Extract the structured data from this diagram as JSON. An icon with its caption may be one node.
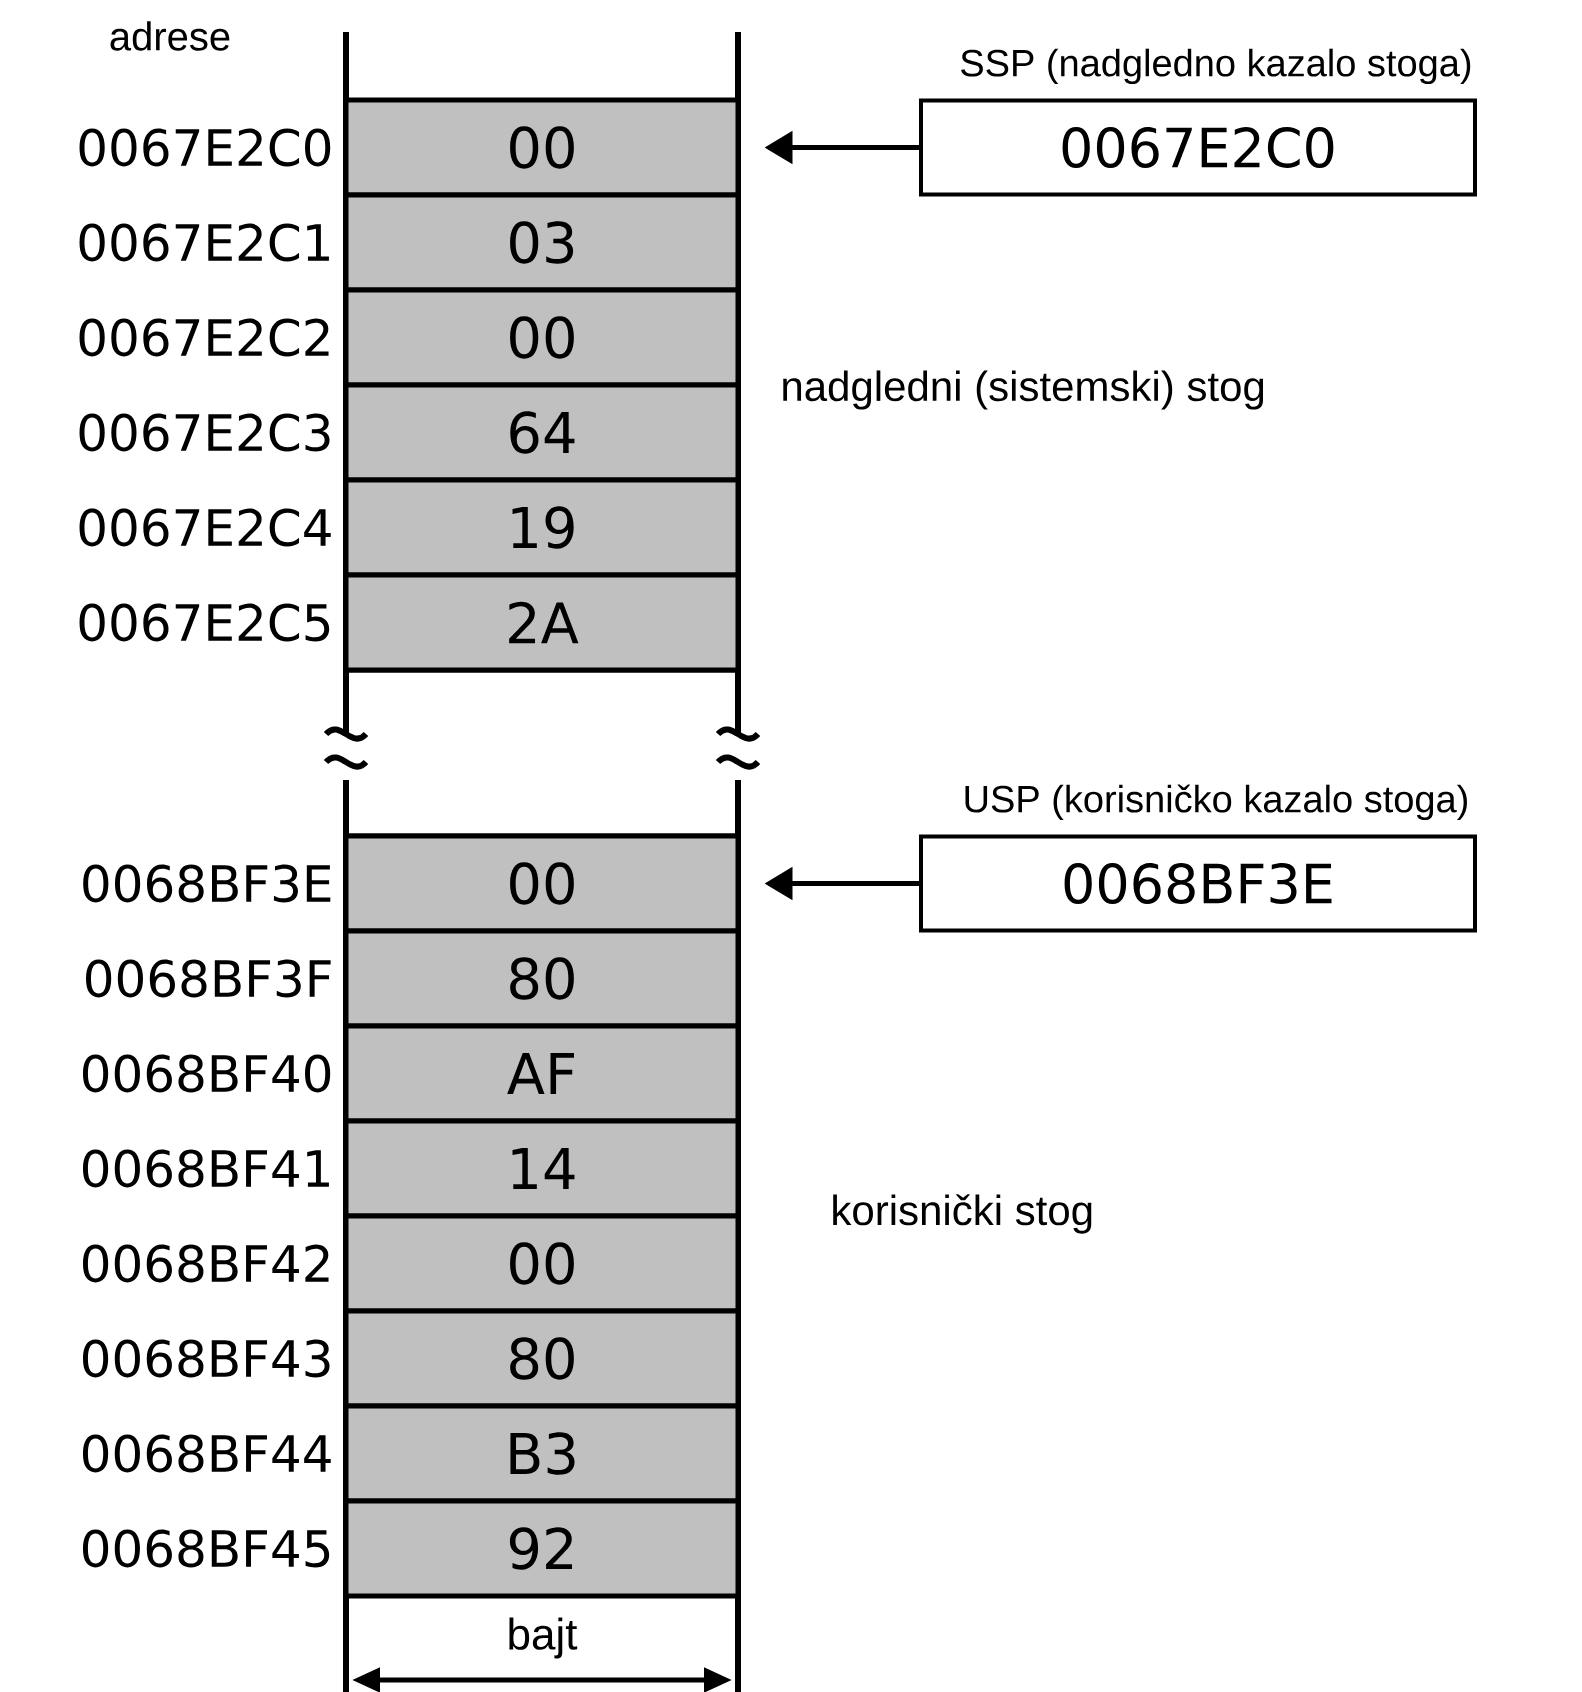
{
  "diagram": {
    "nodes": [
      {
        "text": [
          "SSP (nadgledno kazalo stoga)",
          "0067E2C0"
        ]
      },
      {
        "text": [
          "00"
        ],
        "beside": [
          "0067E2C0"
        ]
      },
      {
        "text": [
          "03"
        ],
        "beside": [
          "0067E2C1"
        ]
      },
      {
        "text": [
          "00"
        ],
        "beside": [
          "0067E2C2"
        ]
      },
      {
        "text": [
          "64"
        ],
        "beside": [
          "0067E2C3"
        ]
      },
      {
        "text": [
          "19"
        ],
        "beside": [
          "0067E2C4"
        ]
      },
      {
        "text": [
          "2A"
        ],
        "beside": [
          "0067E2C5"
        ]
      },
      {
        "text": [
          "USP (korisničko kazalo stoga)",
          "0068BF3E"
        ]
      },
      {
        "text": [
          "00"
        ],
        "beside": [
          "0068BF3E"
        ]
      },
      {
        "text": [
          "80"
        ],
        "beside": [
          "0068BF3F"
        ]
      },
      {
        "text": [
          "AF"
        ],
        "beside": [
          "0068BF40"
        ]
      },
      {
        "text": [
          "14"
        ],
        "beside": [
          "0068BF41"
        ]
      },
      {
        "text": [
          "00"
        ],
        "beside": [
          "0068BF42"
        ]
      },
      {
        "text": [
          "80"
        ],
        "beside": [
          "0068BF43"
        ]
      },
      {
        "text": [
          "B3"
        ],
        "beside": [
          "0068BF44"
        ]
      },
      {
        "text": [
          "92"
        ],
        "beside": [
          "0068BF45"
        ]
      }
    ],
    "edges": [
      {
        "from": 0,
        "to": 1,
        "arrow": "to"
      },
      {
        "from": 7,
        "to": 8,
        "arrow": "to"
      }
    ],
    "labels": [
      "adrese",
      "nadgledni (sistemski) stog",
      "korisnički stog",
      "bajt"
    ]
  }
}
